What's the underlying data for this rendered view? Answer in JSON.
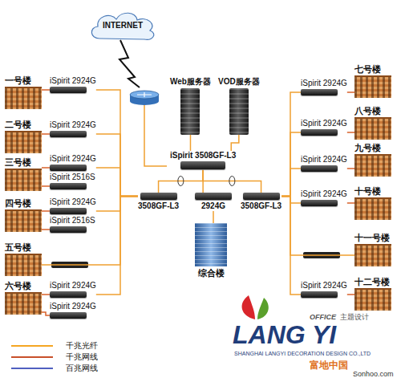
{
  "diagram": {
    "nodes": [
      {
        "text": [
          "INTERNET"
        ]
      },
      {
        "text": [
          "Web服务器"
        ]
      },
      {
        "text": [
          "VOD服务器"
        ]
      },
      {
        "text": [
          "iSpirit 3508GF-L3"
        ]
      },
      {
        "text": [
          "3508GF-L3"
        ]
      },
      {
        "text": [
          "2924G"
        ]
      },
      {
        "text": [
          "3508GF-L3"
        ]
      },
      {
        "text": [
          "综合楼"
        ]
      },
      {
        "text": [
          "一号楼"
        ]
      },
      {
        "text": [
          "二号楼"
        ]
      },
      {
        "text": [
          "三号楼"
        ]
      },
      {
        "text": [
          "四号楼"
        ]
      },
      {
        "text": [
          "五号楼"
        ]
      },
      {
        "text": [
          "六号楼"
        ]
      },
      {
        "text": [
          "iSpirit 2924G"
        ]
      },
      {
        "text": [
          "iSpirit 2924G"
        ]
      },
      {
        "text": [
          "iSpirit 2924G"
        ]
      },
      {
        "text": [
          "iSpirit 2516S"
        ]
      },
      {
        "text": [
          "iSpirit 2924G"
        ]
      },
      {
        "text": [
          "iSpirit 2516S"
        ]
      },
      {
        "text": [
          "iSpirit 2924G"
        ]
      },
      {
        "text": [
          "iSpirit 2924G"
        ]
      },
      {
        "text": [
          "七号楼"
        ]
      },
      {
        "text": [
          "八号楼"
        ]
      },
      {
        "text": [
          "九号楼"
        ]
      },
      {
        "text": [
          "十号楼"
        ]
      },
      {
        "text": [
          "十一号楼"
        ]
      },
      {
        "text": [
          "十二号楼"
        ]
      },
      {
        "text": [
          "iSpirit 2924G"
        ]
      },
      {
        "text": [
          "iSpirit 2924G"
        ]
      },
      {
        "text": [
          "iSpirit 2924G"
        ]
      },
      {
        "text": [
          "iSpirit 2924G"
        ]
      },
      {
        "text": [
          "iSpirit 2924G"
        ]
      }
    ],
    "edges": [
      {
        "from": 1,
        "to": 3,
        "arrow": "none"
      },
      {
        "from": 2,
        "to": 3,
        "arrow": "none"
      },
      {
        "from": 3,
        "to": 4,
        "arrow": "none"
      },
      {
        "from": 3,
        "to": 5,
        "arrow": "none"
      },
      {
        "from": 3,
        "to": 6,
        "arrow": "none"
      },
      {
        "from": 5,
        "to": 7,
        "arrow": "none"
      },
      {
        "from": 4,
        "to": 14,
        "arrow": "none"
      },
      {
        "from": 4,
        "to": 15,
        "arrow": "none"
      },
      {
        "from": 4,
        "to": 16,
        "arrow": "none"
      },
      {
        "from": 4,
        "to": 18,
        "arrow": "none"
      },
      {
        "from": 4,
        "to": 12,
        "arrow": "none"
      },
      {
        "from": 4,
        "to": 20,
        "arrow": "none"
      },
      {
        "from": 14,
        "to": 8,
        "arrow": "none"
      },
      {
        "from": 15,
        "to": 9,
        "arrow": "none"
      },
      {
        "from": 16,
        "to": 10,
        "arrow": "none"
      },
      {
        "from": 17,
        "to": 10,
        "arrow": "none"
      },
      {
        "from": 18,
        "to": 11,
        "arrow": "none"
      },
      {
        "from": 19,
        "to": 11,
        "arrow": "none"
      },
      {
        "from": 20,
        "to": 13,
        "arrow": "none"
      },
      {
        "from": 21,
        "to": 13,
        "arrow": "none"
      },
      {
        "from": 6,
        "to": 28,
        "arrow": "none"
      },
      {
        "from": 6,
        "to": 29,
        "arrow": "none"
      },
      {
        "from": 6,
        "to": 30,
        "arrow": "none"
      },
      {
        "from": 6,
        "to": 31,
        "arrow": "none"
      },
      {
        "from": 6,
        "to": 26,
        "arrow": "none"
      },
      {
        "from": 6,
        "to": 32,
        "arrow": "none"
      },
      {
        "from": 28,
        "to": 22,
        "arrow": "none"
      },
      {
        "from": 29,
        "to": 23,
        "arrow": "none"
      },
      {
        "from": 30,
        "to": 24,
        "arrow": "none"
      },
      {
        "from": 31,
        "to": 25,
        "arrow": "none"
      },
      {
        "from": 32,
        "to": 27,
        "arrow": "none"
      }
    ],
    "labels": [
      "OFFICE",
      "主题设计",
      "LANG YI",
      "SHANGHAI LANGYI DECORATION DESIGN CO.,LTD",
      "富地中国",
      "Sonhoo.com"
    ],
    "legend": [
      {
        "text": "千兆光纤"
      },
      {
        "text": "千兆网线"
      },
      {
        "text": "百兆网线"
      }
    ]
  }
}
